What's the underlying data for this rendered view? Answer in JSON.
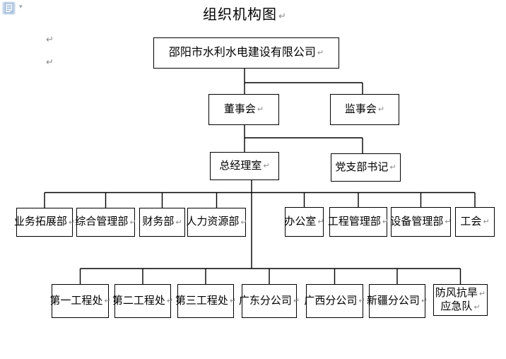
{
  "toolbar": {
    "paste_options_icon": "paste-options-icon",
    "dropdown_caret": "▾"
  },
  "document": {
    "title": "组织机构图",
    "pilcrow": "↵"
  },
  "org": {
    "root": {
      "label": "邵阳市水利水电建设有限公司"
    },
    "level2": [
      {
        "label": "董事会"
      },
      {
        "label": "监事会"
      }
    ],
    "level3": [
      {
        "label": "总经理室"
      },
      {
        "label": "党支部书记"
      }
    ],
    "departments": [
      {
        "label": "业务拓展部"
      },
      {
        "label": "综合管理部"
      },
      {
        "label": "财务部"
      },
      {
        "label": "人力资源部"
      },
      {
        "label": "办公室"
      },
      {
        "label": "工程管理部"
      },
      {
        "label": "设备管理部"
      },
      {
        "label": "工会"
      }
    ],
    "branches": [
      {
        "label": "第一工程处"
      },
      {
        "label": "第二工程处"
      },
      {
        "label": "第三工程处"
      },
      {
        "label": "广东分公司"
      },
      {
        "label": "广西分公司"
      },
      {
        "label": "新疆分公司"
      },
      {
        "label": "防风抗旱",
        "label2": "应急队"
      }
    ]
  },
  "colors": {
    "line": "#000000",
    "box_border": "#000000",
    "pilcrow_gray": "#8c8c8c",
    "icon_blue": "#c3d6ea",
    "icon_blue_dark": "#8fafd1"
  }
}
